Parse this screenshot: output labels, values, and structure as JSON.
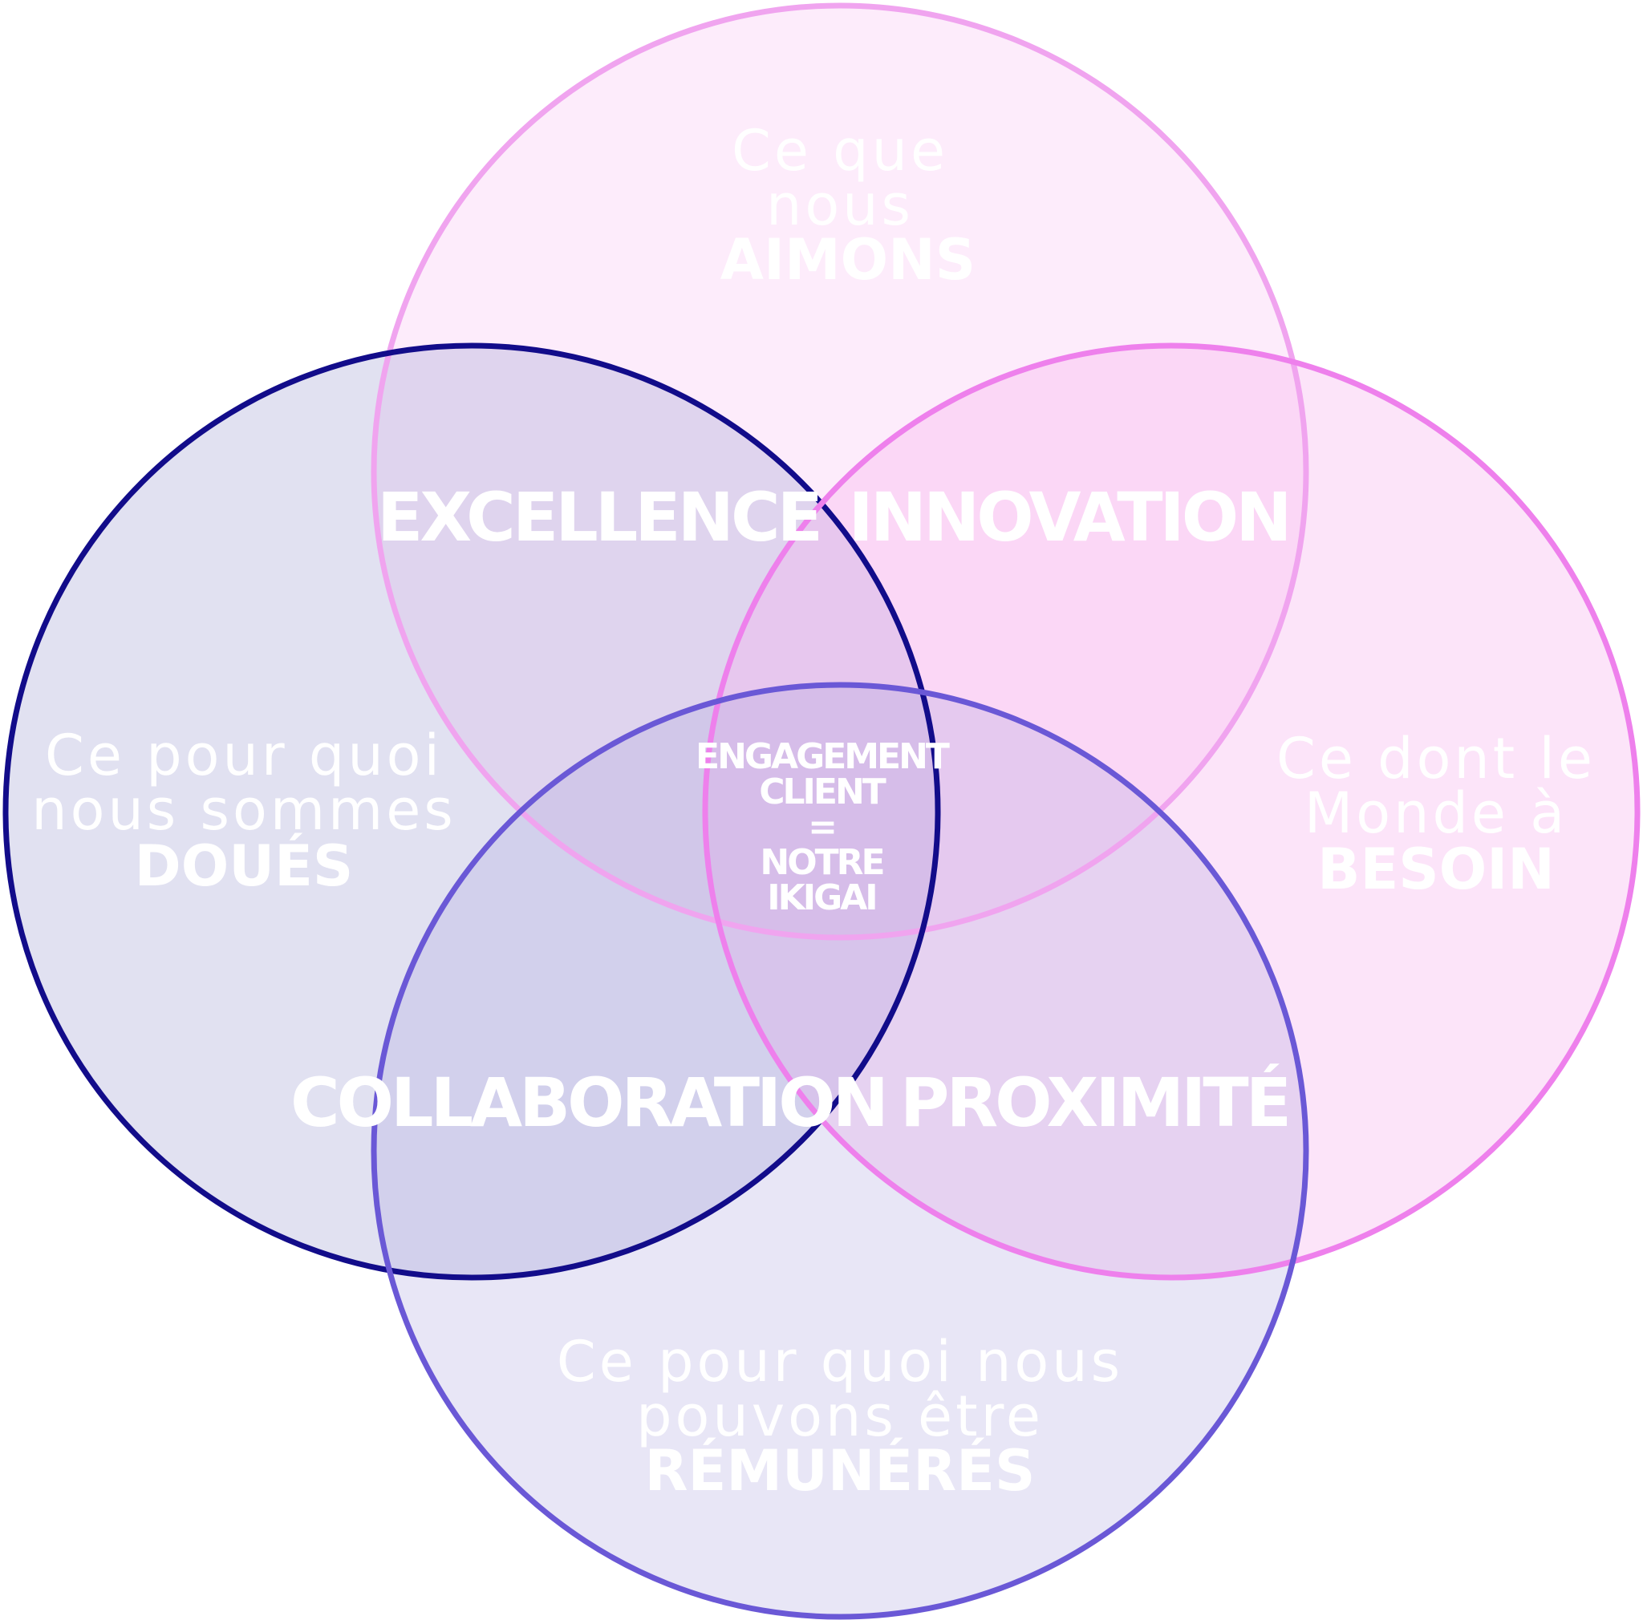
{
  "circles": {
    "top": {
      "line1": "Ce que",
      "line2": "nous",
      "emphasis": "AIMONS",
      "fill": "#f9b4f0",
      "stroke": "#f0a4ef"
    },
    "left": {
      "line1": "Ce pour quoi",
      "line2": "nous sommes",
      "emphasis": "DOUÉS",
      "fill": "#9a9bd0",
      "stroke": "#120c8a"
    },
    "right": {
      "line1": "Ce dont le",
      "line2": "Monde à",
      "emphasis": "BESOIN",
      "fill": "#f5b0ee",
      "stroke": "#ee80ec"
    },
    "bottom": {
      "line1": "Ce pour quoi nous",
      "line2": "pouvons être",
      "emphasis": "RÉMUNÉRÉS",
      "fill": "#aea6e0",
      "stroke": "#6a58d6"
    }
  },
  "overlaps": {
    "top_left": "EXCELLENCE",
    "top_right": "INNOVATION",
    "bottom_left": "COLLABORATION",
    "bottom_right": "PROXIMITÉ"
  },
  "center": {
    "line1": "ENGAGEMENT",
    "line2": "CLIENT",
    "line3": "=",
    "line4": "NOTRE",
    "line5": "IKIGAI"
  }
}
